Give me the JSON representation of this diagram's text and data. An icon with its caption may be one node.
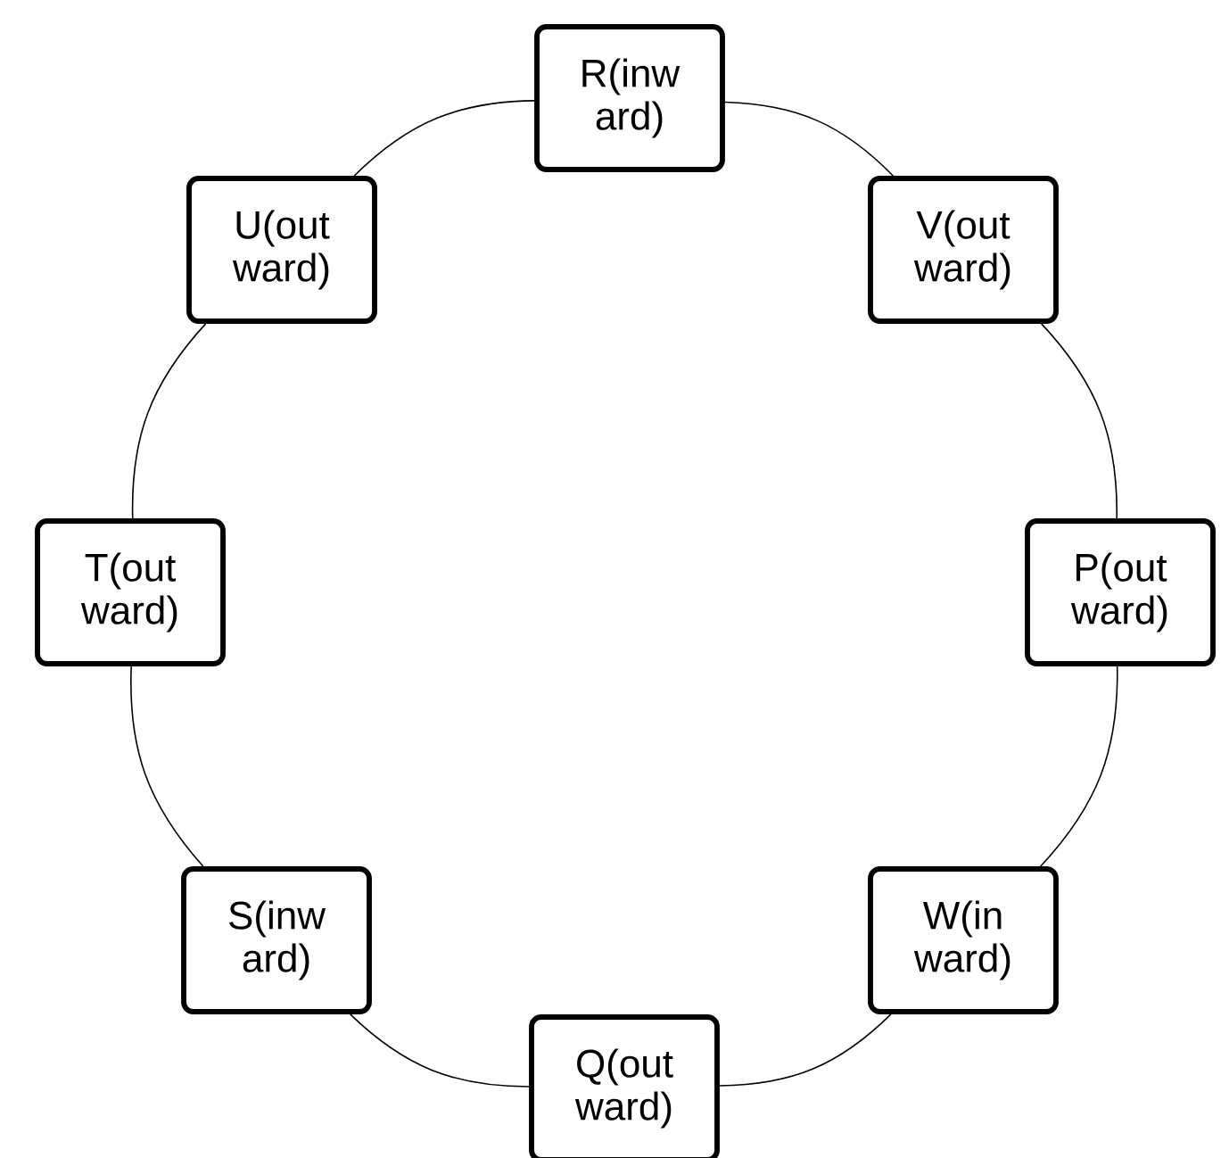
{
  "diagram": {
    "nodes": [
      {
        "text": [
          "R(inw ard)"
        ]
      },
      {
        "text": [
          "U(out ward)"
        ]
      },
      {
        "text": [
          "V(out ward)"
        ]
      },
      {
        "text": [
          "T(out ward)"
        ]
      },
      {
        "text": [
          "P(out ward)"
        ]
      },
      {
        "text": [
          "S(inw ard)"
        ]
      },
      {
        "text": [
          "W(in ward)"
        ]
      },
      {
        "text": [
          "Q(out ward)"
        ]
      }
    ],
    "edges": [
      {
        "from": 0,
        "to": 2,
        "arrow": "none"
      },
      {
        "from": 2,
        "to": 4,
        "arrow": "none"
      },
      {
        "from": 4,
        "to": 6,
        "arrow": "none"
      },
      {
        "from": 6,
        "to": 7,
        "arrow": "none"
      },
      {
        "from": 7,
        "to": 5,
        "arrow": "none"
      },
      {
        "from": 5,
        "to": 3,
        "arrow": "none"
      },
      {
        "from": 3,
        "to": 1,
        "arrow": "none"
      },
      {
        "from": 1,
        "to": 0,
        "arrow": "none"
      }
    ]
  }
}
